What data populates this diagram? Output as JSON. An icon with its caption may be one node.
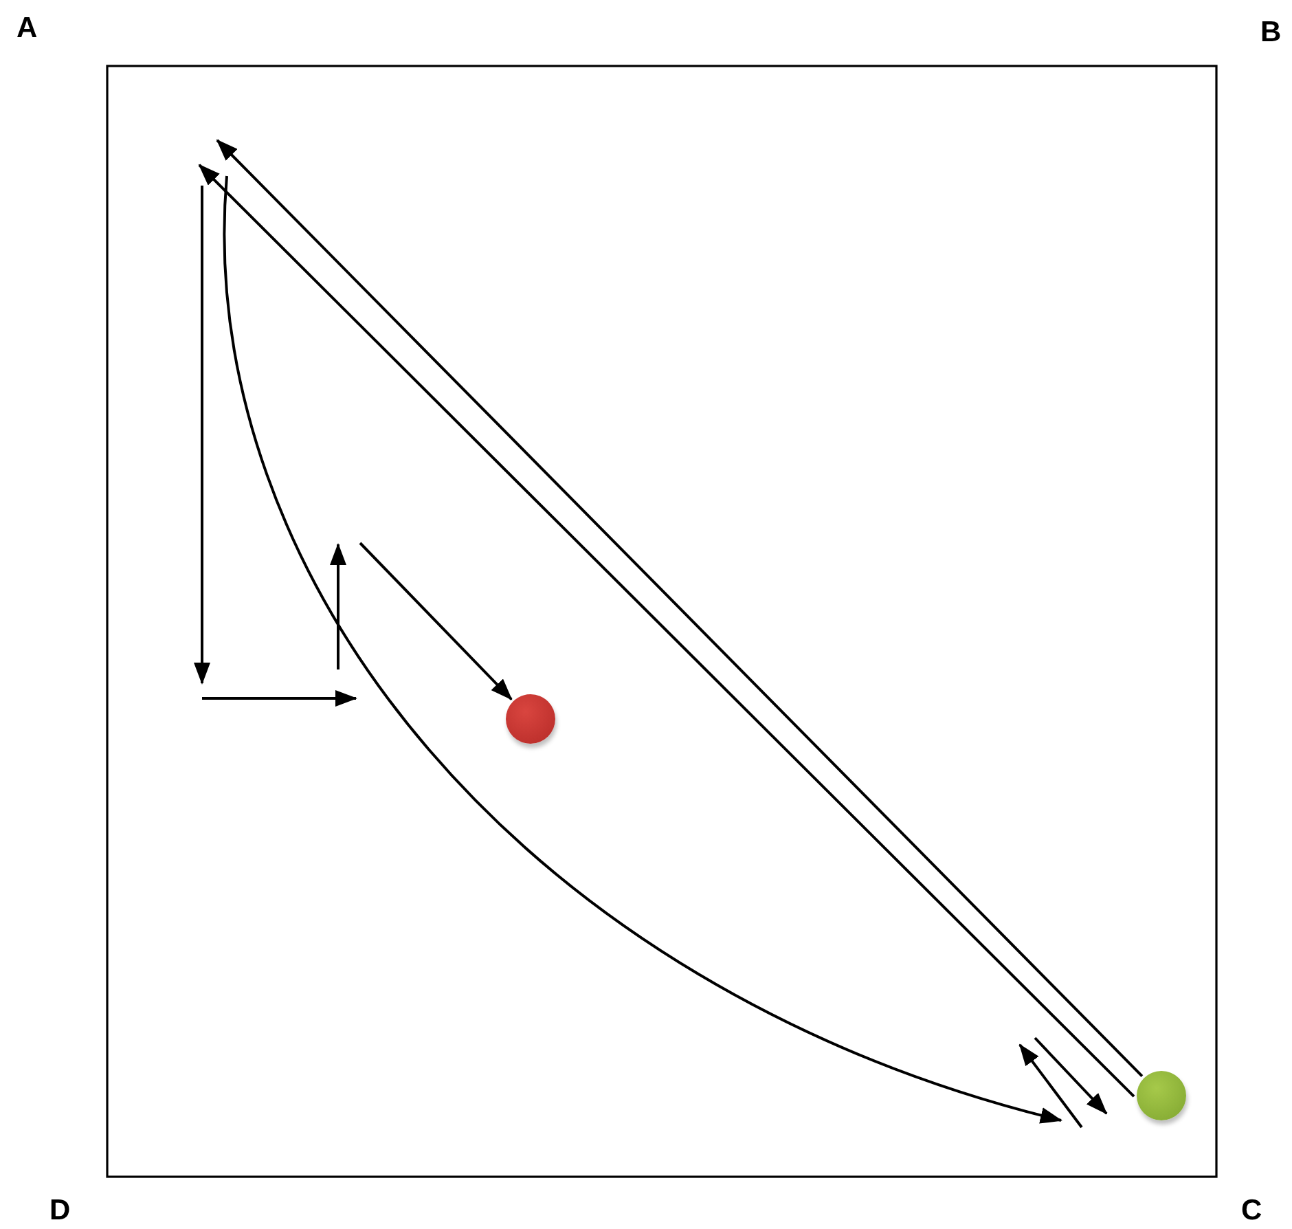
{
  "diagram": {
    "nodes": [
      {
        "text": [],
        "shape": "circle"
      },
      {
        "text": [],
        "shape": "circle"
      }
    ],
    "edges": [
      {
        "from": null,
        "to": 0,
        "arrow": "to"
      },
      {
        "from": 1,
        "to": null,
        "arrow": "to"
      },
      {
        "from": 1,
        "to": null,
        "arrow": "to"
      }
    ],
    "labels": [
      "A",
      "B",
      "C",
      "D"
    ]
  }
}
